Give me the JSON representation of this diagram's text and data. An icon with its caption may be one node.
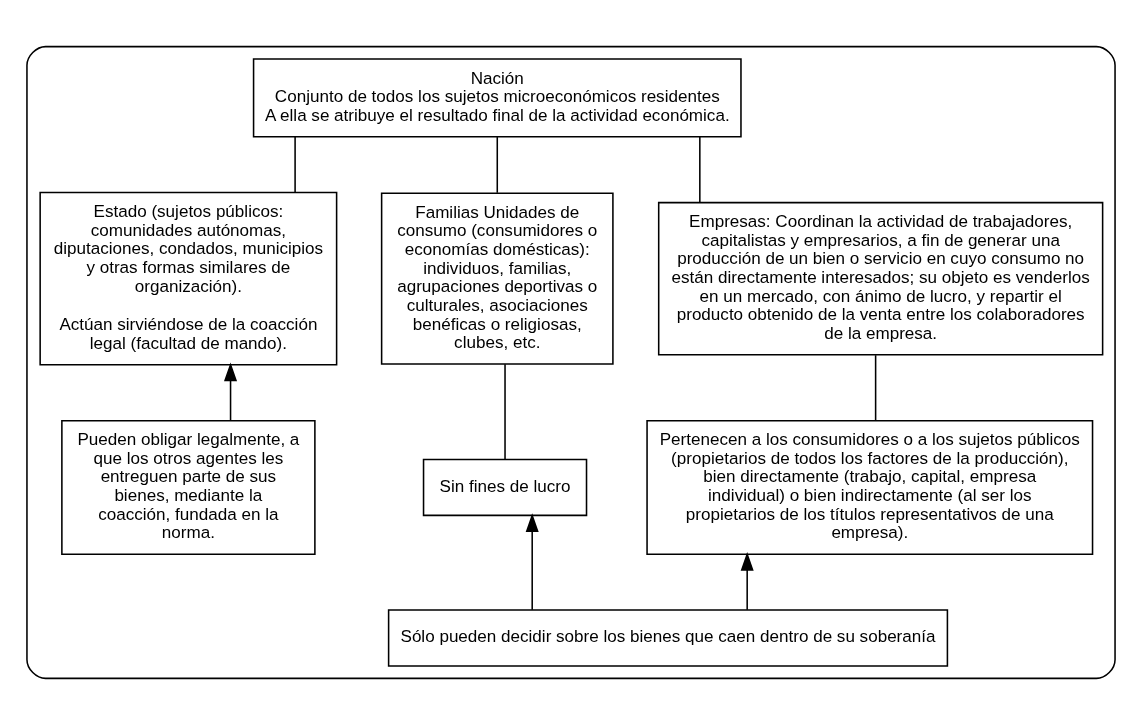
{
  "diagram": {
    "nodes": [
      {
        "text": [],
        "shape": "box"
      },
      {
        "text": [
          "Nación",
          "Conjunto de todos los sujetos microeconómicos residentes",
          "A ella se atribuye el resultado final de la actividad económica."
        ],
        "in": 0
      },
      {
        "text": [
          "Familias Unidades de consumo (consumidores o economías domésticas): individuos, familias, agrupaciones deportivas o culturales, asociaciones benéficas o religiosas, clubes, etc."
        ],
        "in": 0
      },
      {
        "text": [
          "Empresas: Coordinan la actividad de trabajadores, capitalistas y empresarios, a fin de generar una producción de un bien o servicio en cuyo consumo no están directamente interesados; su objeto es venderlos en un mercado, con ánimo de lucro, y repartir el producto obtenido de la venta entre los colaboradores de la empresa."
        ],
        "in": 0
      },
      {
        "text": [
          "Estado (sujetos públicos: comunidades autónomas, diputaciones, condados, municipios y otras formas similares de organización).",
          "Actúan sirviéndose de la coacción legal (facultad de mando)."
        ],
        "in": 0
      },
      {
        "text": [
          "Pertenecen a los consumidores o a los sujetos públicos (propietarios de todos los factores de la producción), bien directamente (trabajo, capital, empresa individual) o bien indirectamente (al ser los propietarios de los títulos representativos de una empresa)."
        ],
        "in": 0
      },
      {
        "text": [
          "Sin fines de lucro"
        ],
        "in": 0
      },
      {
        "text": [
          "Pueden obligar legalmente, a que los otros agentes les entreguen parte de sus bienes, mediante la coacción, fundada en la norma."
        ],
        "in": 0
      },
      {
        "text": [
          "Sólo pueden decidir sobre los bienes que caen dentro de su soberanía"
        ],
        "in": 0
      }
    ],
    "edges": [
      {
        "from": 1,
        "to": 2,
        "arrow": "none"
      },
      {
        "from": 1,
        "to": 3,
        "arrow": "none"
      },
      {
        "from": 1,
        "to": 4,
        "arrow": "none"
      },
      {
        "from": 3,
        "to": 5,
        "arrow": "none"
      },
      {
        "from": 2,
        "to": 6,
        "arrow": "none"
      },
      {
        "from": 8,
        "to": 6,
        "arrow": "to"
      },
      {
        "from": 8,
        "to": 5,
        "arrow": "to"
      },
      {
        "from": 7,
        "to": 4,
        "arrow": "to"
      }
    ]
  }
}
